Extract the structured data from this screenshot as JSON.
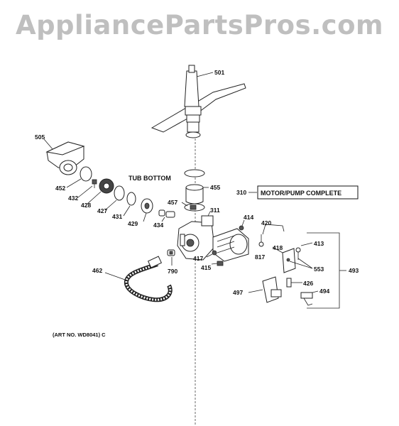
{
  "watermark": "AppliancePartsPros.com",
  "callouts": {
    "p501": "501",
    "p505": "505",
    "tub_bottom": "TUB BOTTOM",
    "p455": "455",
    "p452": "452",
    "p432": "432",
    "p428": "428",
    "p427": "427",
    "p431": "431",
    "p429": "429",
    "p434": "434",
    "p457": "457",
    "p311": "311",
    "p310": "310",
    "motor_pump": "MOTOR/PUMP COMPLETE",
    "p414": "414",
    "p420": "420",
    "p817": "817",
    "p418": "418",
    "p413": "413",
    "p553": "553",
    "p493": "493",
    "p417": "417",
    "p415": "415",
    "p462": "462",
    "p790": "790",
    "p426": "426",
    "p497": "497",
    "p494": "494"
  },
  "art_no": "(ART NO. WD8041) C"
}
